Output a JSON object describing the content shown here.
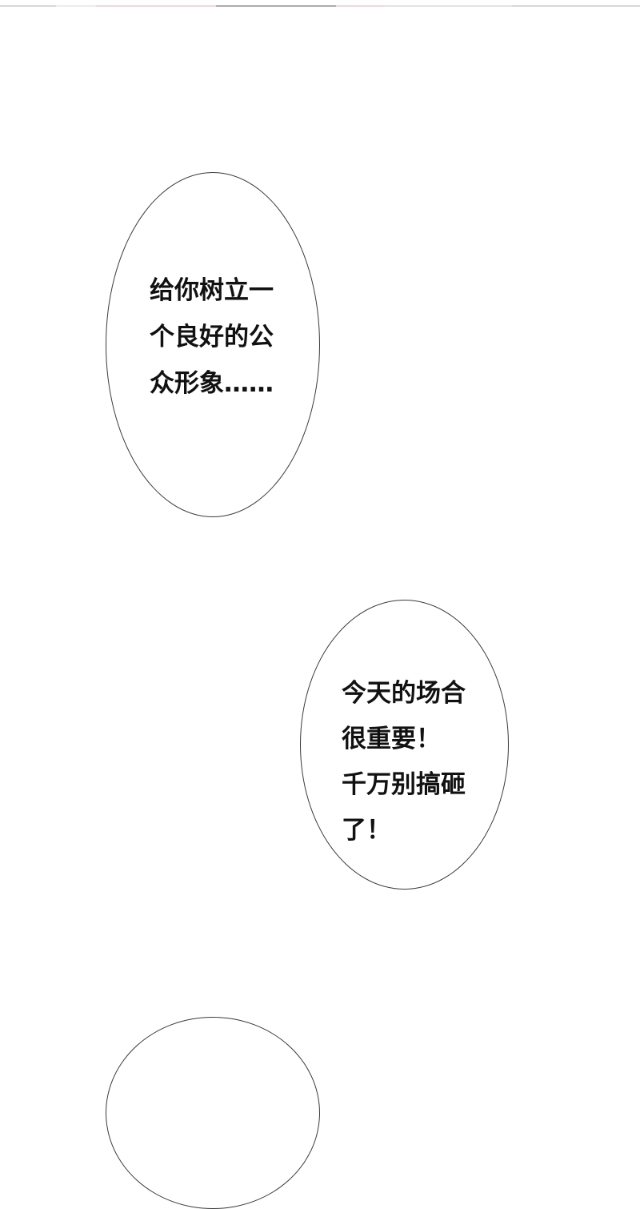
{
  "bubbles": [
    {
      "lines": [
        "给你树立一",
        "个良好的公",
        "众形象……"
      ]
    },
    {
      "lines": [
        "今天的场合",
        "很重要！",
        "千万别搞砸",
        "了！"
      ]
    },
    {
      "lines": []
    }
  ],
  "colors": {
    "background": "#ffffff",
    "bubble_outline": "#3a3a3a",
    "text": "#111111",
    "strip_dark": "#3b3d44",
    "strip_pink": "#e8a0a8",
    "strip_grey": "#9ca3ad"
  }
}
